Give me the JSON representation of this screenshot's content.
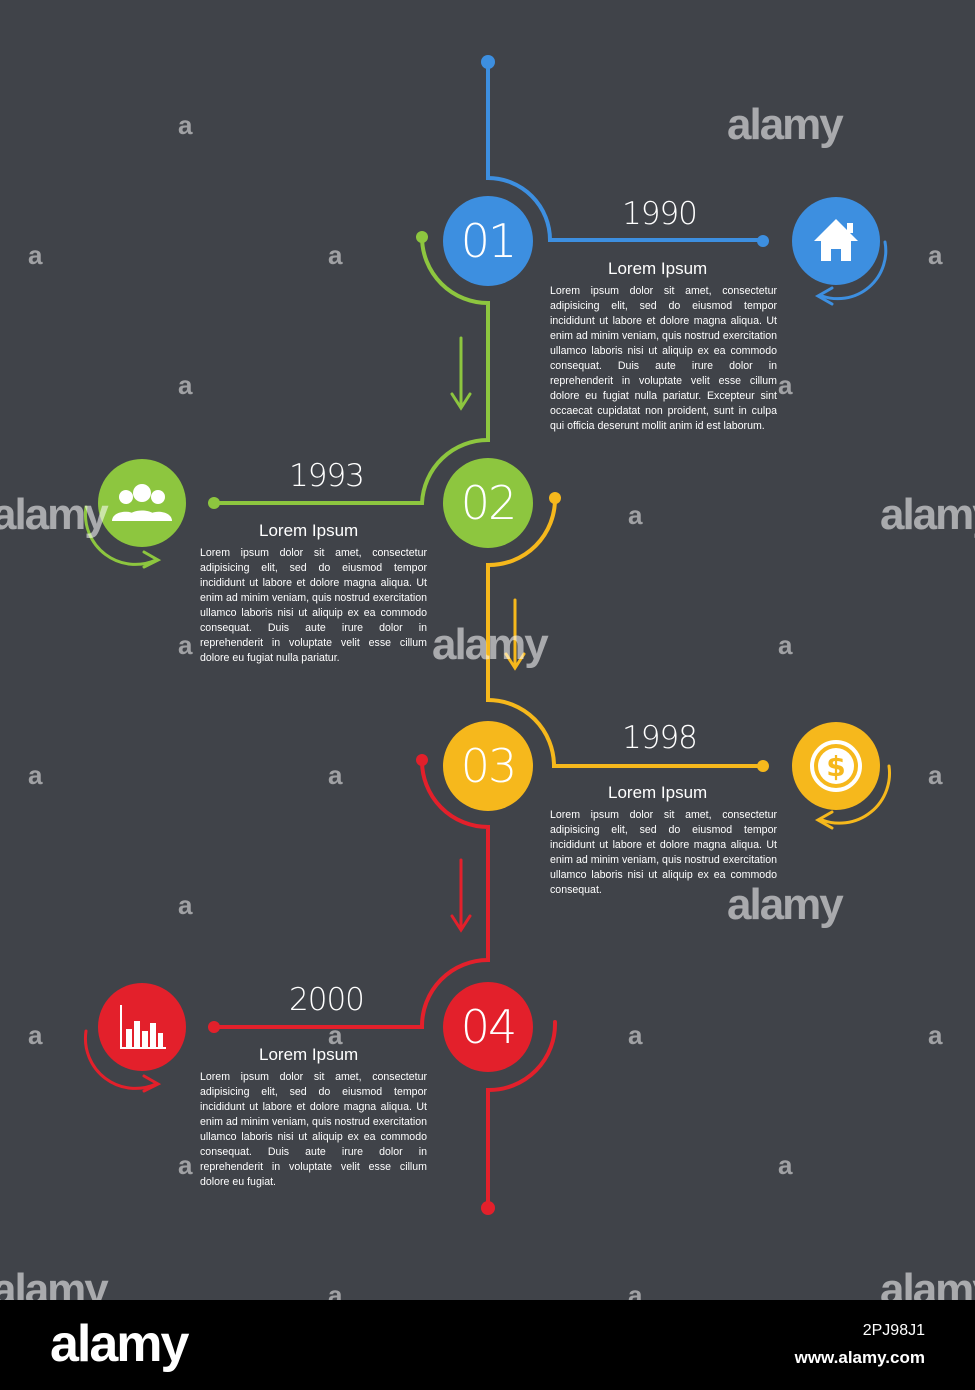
{
  "colors": {
    "background": "#404349",
    "blue": "#3d8fe0",
    "green": "#8dc63f",
    "yellow": "#f6b81c",
    "red": "#e3202b"
  },
  "steps": [
    {
      "number": "01",
      "year": "1990",
      "heading": "Lorem Ipsum",
      "icon": "home-icon",
      "text": "Lorem ipsum dolor sit amet, consectetur adipisicing elit, sed do eiusmod tempor incididunt ut labore et dolore magna aliqua. Ut enim ad minim veniam, quis nostrud exercitation ullamco laboris nisi ut aliquip ex ea commodo consequat. Duis aute irure dolor in reprehenderit in voluptate velit esse cillum dolore eu fugiat nulla pariatur. Excepteur sint occaecat cupidatat non proident, sunt in culpa qui officia deserunt mollit anim id est laborum."
    },
    {
      "number": "02",
      "year": "1993",
      "heading": "Lorem Ipsum",
      "icon": "people-icon",
      "text": "Lorem ipsum dolor sit amet, consectetur adipisicing elit, sed do eiusmod tempor incididunt ut labore et dolore magna aliqua. Ut enim ad minim veniam, quis nostrud exercitation ullamco laboris nisi ut aliquip ex ea commodo consequat. Duis aute irure dolor in reprehenderit in voluptate velit esse cillum dolore eu fugiat nulla pariatur."
    },
    {
      "number": "03",
      "year": "1998",
      "heading": "Lorem Ipsum",
      "icon": "dollar-icon",
      "text": "Lorem ipsum dolor sit amet, consectetur adipisicing elit, sed do eiusmod tempor incididunt ut labore et dolore magna aliqua. Ut enim ad minim veniam, quis nostrud exercitation ullamco laboris nisi ut aliquip ex ea commodo consequat."
    },
    {
      "number": "04",
      "year": "2000",
      "heading": "Lorem Ipsum",
      "icon": "bar-chart-icon",
      "text": "Lorem ipsum dolor sit amet, consectetur adipisicing elit, sed do eiusmod tempor incididunt ut labore et dolore magna aliqua. Ut enim ad minim veniam, quis nostrud exercitation ullamco laboris nisi ut aliquip ex ea commodo consequat. Duis aute irure dolor in reprehenderit in voluptate velit esse cillum dolore eu fugiat."
    }
  ],
  "watermark": {
    "word": "alamy",
    "letter": "a"
  },
  "footer": {
    "logo": "alamy",
    "image_id": "2PJ98J1",
    "url": "www.alamy.com"
  }
}
